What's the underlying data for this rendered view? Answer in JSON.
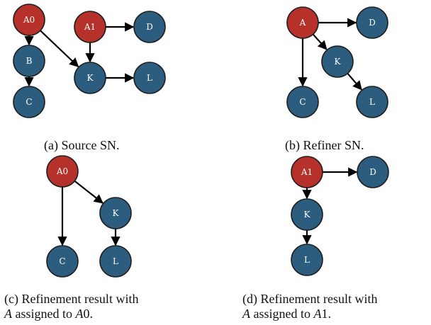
{
  "colors": {
    "red_node": "#b5312a",
    "blue_node": "#2c5d7e",
    "edge": "#000000"
  },
  "panels": [
    {
      "id": "a",
      "caption": "(a) Source SN.",
      "nodes": [
        {
          "id": "A0",
          "label": "A0",
          "color": "red"
        },
        {
          "id": "A1",
          "label": "A1",
          "color": "red"
        },
        {
          "id": "B",
          "label": "B",
          "color": "blue"
        },
        {
          "id": "C",
          "label": "C",
          "color": "blue"
        },
        {
          "id": "K",
          "label": "K",
          "color": "blue"
        },
        {
          "id": "L",
          "label": "L",
          "color": "blue"
        },
        {
          "id": "D",
          "label": "D",
          "color": "blue"
        }
      ],
      "edges": [
        [
          "A0",
          "B"
        ],
        [
          "B",
          "C"
        ],
        [
          "A0",
          "K"
        ],
        [
          "A1",
          "K"
        ],
        [
          "A1",
          "D"
        ],
        [
          "K",
          "L"
        ]
      ]
    },
    {
      "id": "b",
      "caption": "(b) Refiner SN.",
      "nodes": [
        {
          "id": "A",
          "label": "A",
          "color": "red"
        },
        {
          "id": "D",
          "label": "D",
          "color": "blue"
        },
        {
          "id": "K",
          "label": "K",
          "color": "blue"
        },
        {
          "id": "C",
          "label": "C",
          "color": "blue"
        },
        {
          "id": "L",
          "label": "L",
          "color": "blue"
        }
      ],
      "edges": [
        [
          "A",
          "D"
        ],
        [
          "A",
          "K"
        ],
        [
          "A",
          "C"
        ],
        [
          "K",
          "L"
        ]
      ]
    },
    {
      "id": "c",
      "caption_line1": "(c) Refinement result with",
      "caption_line2_var": "A",
      "caption_line2_mid": " assigned to ",
      "caption_line2_val": "A",
      "caption_line2_num": "0",
      "caption_line2_end": ".",
      "nodes": [
        {
          "id": "A0",
          "label": "A0",
          "color": "red"
        },
        {
          "id": "K",
          "label": "K",
          "color": "blue"
        },
        {
          "id": "C",
          "label": "C",
          "color": "blue"
        },
        {
          "id": "L",
          "label": "L",
          "color": "blue"
        }
      ],
      "edges": [
        [
          "A0",
          "K"
        ],
        [
          "A0",
          "C"
        ],
        [
          "K",
          "L"
        ]
      ]
    },
    {
      "id": "d",
      "caption_line1": "(d) Refinement result with",
      "caption_line2_var": "A",
      "caption_line2_mid": " assigned to ",
      "caption_line2_val": "A",
      "caption_line2_num": "1",
      "caption_line2_end": ".",
      "nodes": [
        {
          "id": "A1",
          "label": "A1",
          "color": "red"
        },
        {
          "id": "D",
          "label": "D",
          "color": "blue"
        },
        {
          "id": "K",
          "label": "K",
          "color": "blue"
        },
        {
          "id": "L",
          "label": "L",
          "color": "blue"
        }
      ],
      "edges": [
        [
          "A1",
          "D"
        ],
        [
          "A1",
          "K"
        ],
        [
          "K",
          "L"
        ]
      ]
    }
  ]
}
